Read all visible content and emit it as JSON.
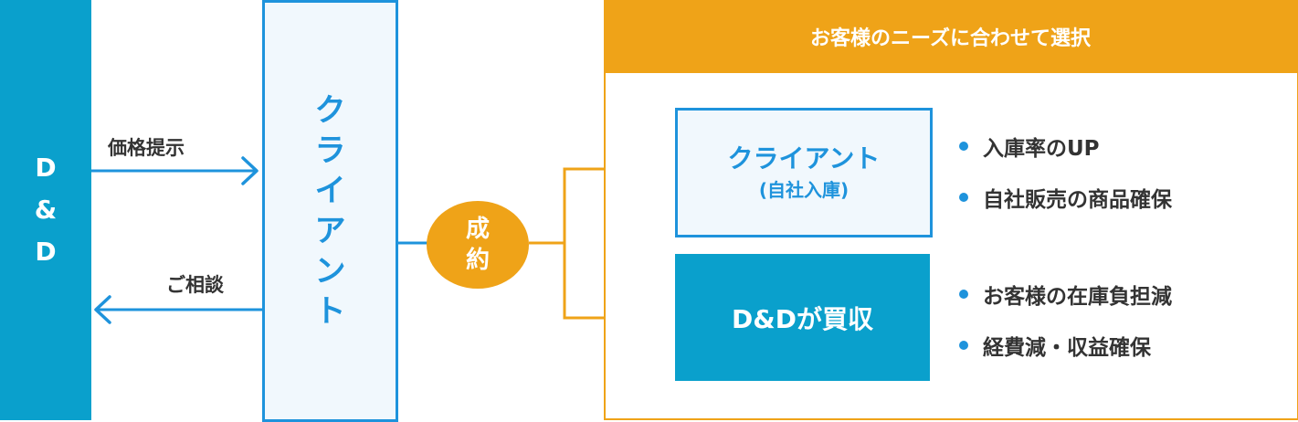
{
  "dd_bar": {
    "chars": [
      "D",
      "&",
      "D"
    ]
  },
  "client": {
    "chars": [
      "ク",
      "ラ",
      "イ",
      "ア",
      "ン",
      "ト"
    ]
  },
  "edges": {
    "price_offer": "価格提示",
    "consultation": "ご相談"
  },
  "contract": {
    "chars": [
      "成",
      "約"
    ]
  },
  "selection": {
    "header": "お客様のニーズに合わせて選択",
    "option_client": {
      "title": "クライアント",
      "subtitle": "(自社入庫)",
      "bullets": [
        "入庫率のUP",
        "自社販売の商品確保"
      ]
    },
    "option_dd": {
      "title": "D&Dが買収",
      "bullets": [
        "お客様の在庫負担減",
        "経費減・収益確保"
      ]
    }
  },
  "colors": {
    "dd_blue": "#0aa0cc",
    "client_blue": "#1e93dc",
    "accent_orange": "#efa318",
    "text_dark": "#333333"
  }
}
